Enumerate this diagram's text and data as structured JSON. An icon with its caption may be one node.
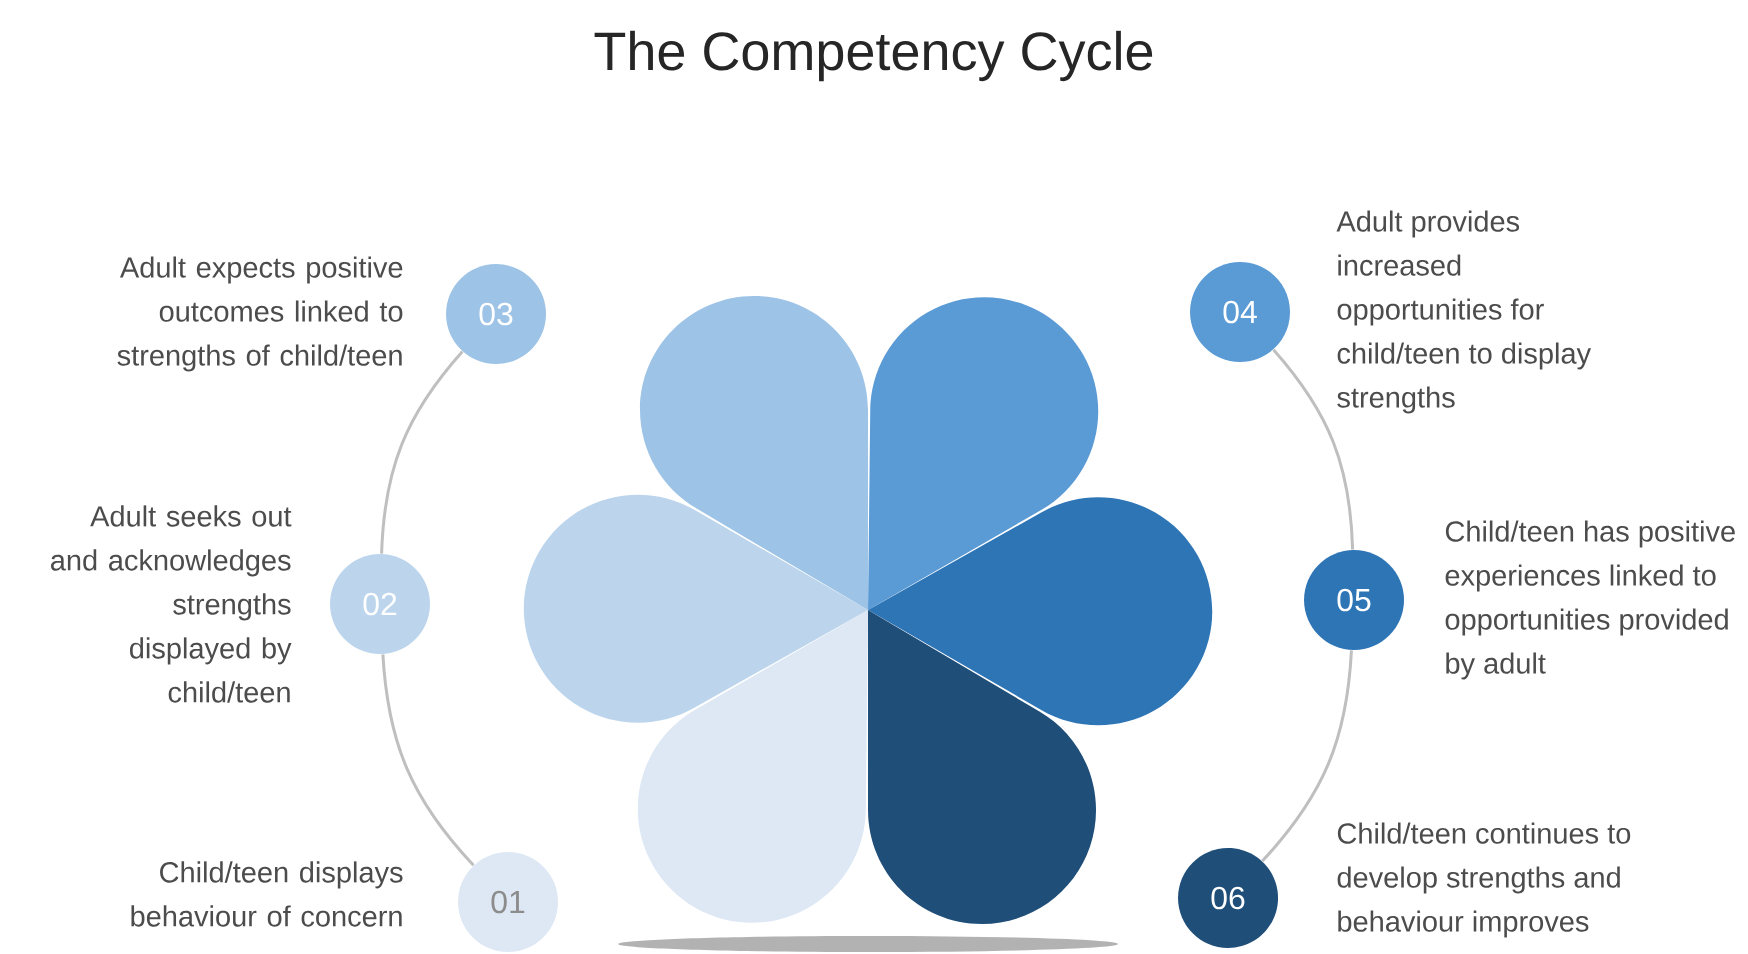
{
  "diagram": {
    "title": "The Competency Cycle",
    "nodes": [
      {
        "text": [
          "01"
        ],
        "beside": [
          "Child/teen displays behaviour of concern"
        ]
      },
      {
        "text": [
          "02"
        ],
        "beside": [
          "Adult seeks out and acknowledges strengths displayed by child/teen"
        ]
      },
      {
        "text": [
          "03"
        ],
        "beside": [
          "Adult expects positive outcomes linked to strengths of child/teen"
        ]
      },
      {
        "text": [
          "04"
        ],
        "beside": [
          "Adult provides increased opportunities for child/teen to display strengths"
        ]
      },
      {
        "text": [
          "05"
        ],
        "beside": [
          "Child/teen has positive experiences linked to opportunities provided by adult"
        ]
      },
      {
        "text": [
          "06"
        ],
        "beside": [
          "Child/teen continues to develop strengths and behaviour improves"
        ]
      }
    ],
    "edges": [
      {
        "from": 0,
        "to": 1,
        "arrow": "none"
      },
      {
        "from": 1,
        "to": 2,
        "arrow": "none"
      },
      {
        "from": 3,
        "to": 4,
        "arrow": "none"
      },
      {
        "from": 4,
        "to": 5,
        "arrow": "none"
      }
    ]
  }
}
